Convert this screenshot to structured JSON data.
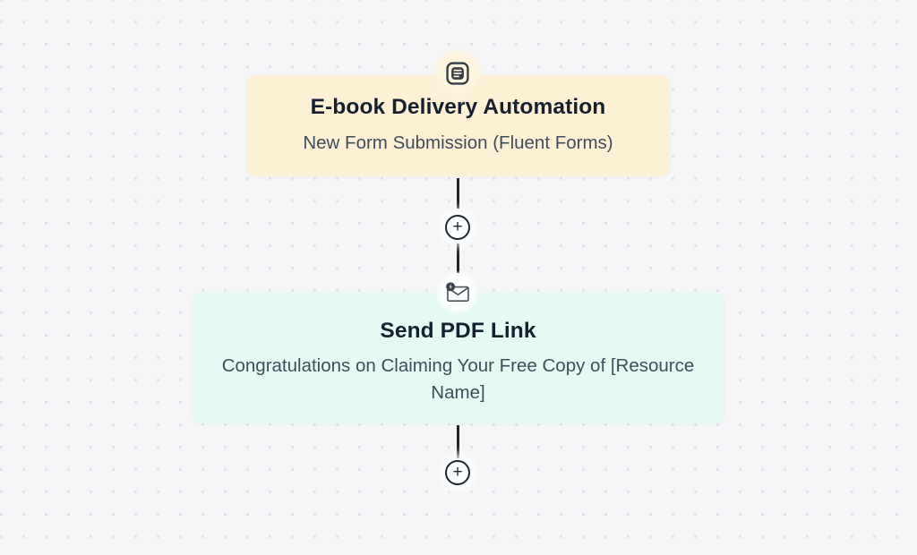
{
  "canvas": {
    "background_color": "#f5f6f8",
    "dot_color": "#dfe2e8"
  },
  "nodes": {
    "trigger": {
      "icon": "form-document-icon",
      "title": "E-book Delivery Automation",
      "subtitle": "New Form Submission (Fluent Forms)",
      "card_color": "#fcf0d5"
    },
    "action": {
      "icon": "send-email-icon",
      "title": "Send PDF Link",
      "subtitle": "Congratulations on Claiming Your Free Copy of [Resource Name]",
      "card_color": "#e4faf3"
    }
  },
  "controls": {
    "add_step_label": "+"
  },
  "colors": {
    "title_text": "#16202e",
    "subtitle_text": "#424d5b",
    "connector": "#262626"
  }
}
